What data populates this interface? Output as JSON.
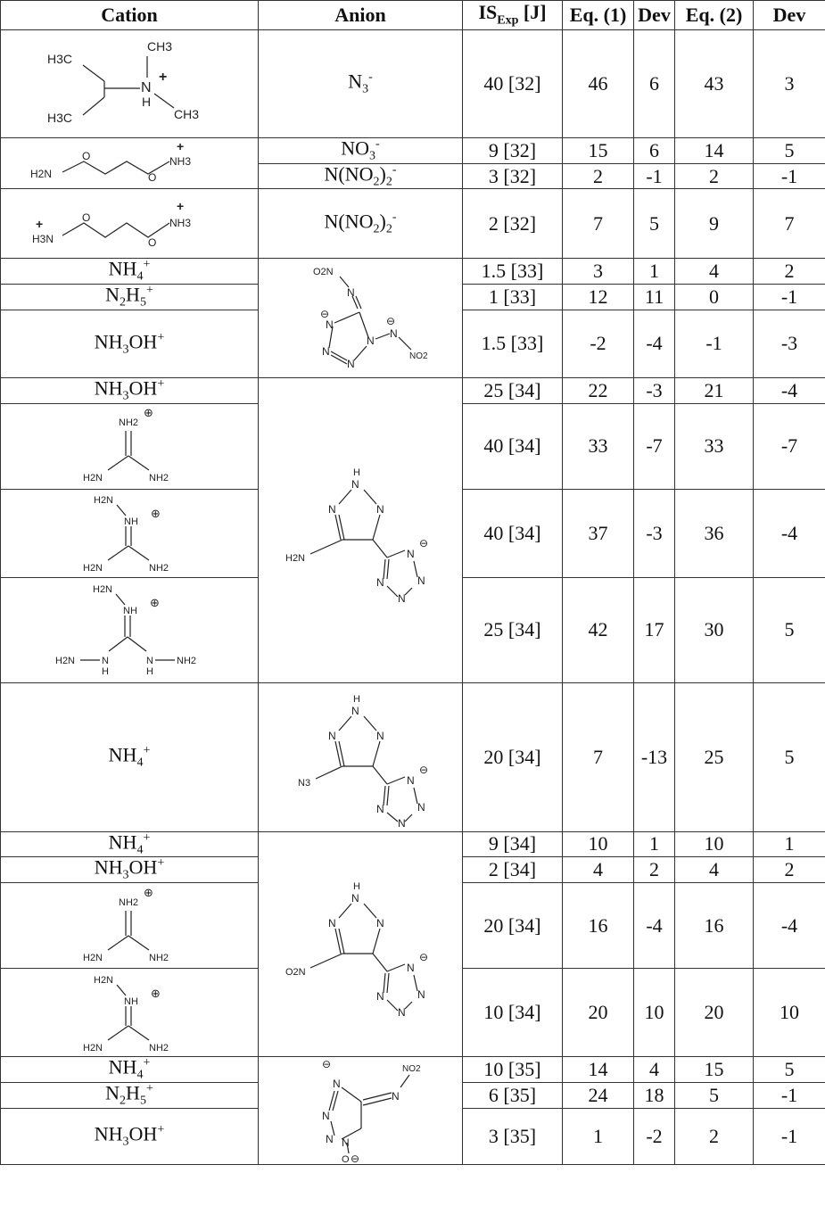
{
  "headers": {
    "cation": "Cation",
    "anion": "Anion",
    "is_main": "IS",
    "is_sub": "Exp",
    "is_unit": " [J]",
    "eq1": "Eq. (1)",
    "dev1": "Dev",
    "eq2": "Eq. (2)",
    "dev2": "Dev"
  },
  "ions": {
    "azide": "N",
    "nitrate": "NO",
    "dinitramide": "N(NO",
    "ammonium": "NH",
    "hydrazinium": "N",
    "hydroxylammonium": "NH",
    "hydroxylammonium_tail": "OH"
  },
  "rows": [
    {
      "is": "40 [32]",
      "eq1": "46",
      "dev1": "6",
      "eq2": "43",
      "dev2": "3"
    },
    {
      "is": "9 [32]",
      "eq1": "15",
      "dev1": "6",
      "eq2": "14",
      "dev2": "5"
    },
    {
      "is": "3 [32]",
      "eq1": "2",
      "dev1": "-1",
      "eq2": "2",
      "dev2": "-1"
    },
    {
      "is": "2 [32]",
      "eq1": "7",
      "dev1": "5",
      "eq2": "9",
      "dev2": "7"
    },
    {
      "is": "1.5 [33]",
      "eq1": "3",
      "dev1": "1",
      "eq2": "4",
      "dev2": "2"
    },
    {
      "is": "1 [33]",
      "eq1": "12",
      "dev1": "11",
      "eq2": "0",
      "dev2": "-1"
    },
    {
      "is": "1.5 [33]",
      "eq1": "-2",
      "dev1": "-4",
      "eq2": "-1",
      "dev2": "-3"
    },
    {
      "is": "25 [34]",
      "eq1": "22",
      "dev1": "-3",
      "eq2": "21",
      "dev2": "-4"
    },
    {
      "is": "40 [34]",
      "eq1": "33",
      "dev1": "-7",
      "eq2": "33",
      "dev2": "-7"
    },
    {
      "is": "40 [34]",
      "eq1": "37",
      "dev1": "-3",
      "eq2": "36",
      "dev2": "-4"
    },
    {
      "is": "25 [34]",
      "eq1": "42",
      "dev1": "17",
      "eq2": "30",
      "dev2": "5"
    },
    {
      "is": "20 [34]",
      "eq1": "7",
      "dev1": "-13",
      "eq2": "25",
      "dev2": "5"
    },
    {
      "is": "9 [34]",
      "eq1": "10",
      "dev1": "1",
      "eq2": "10",
      "dev2": "1"
    },
    {
      "is": "2 [34]",
      "eq1": "4",
      "dev1": "2",
      "eq2": "4",
      "dev2": "2"
    },
    {
      "is": "20 [34]",
      "eq1": "16",
      "dev1": "-4",
      "eq2": "16",
      "dev2": "-4"
    },
    {
      "is": "10 [34]",
      "eq1": "20",
      "dev1": "10",
      "eq2": "20",
      "dev2": "10"
    },
    {
      "is": "10 [35]",
      "eq1": "14",
      "dev1": "4",
      "eq2": "15",
      "dev2": "5"
    },
    {
      "is": "6 [35]",
      "eq1": "24",
      "dev1": "18",
      "eq2": "5",
      "dev2": "-1"
    },
    {
      "is": "3 [35]",
      "eq1": "1",
      "dev1": "-2",
      "eq2": "2",
      "dev2": "-1"
    }
  ],
  "atoms": {
    "h3c": "H3C",
    "ch3": "CH3",
    "n": "N",
    "h": "H",
    "o": "O",
    "h2n": "H2N",
    "nh2": "NH2",
    "nh3": "NH3",
    "h3n": "H3N",
    "nh": "NH",
    "o2n": "O2N",
    "no2": "NO2",
    "n3": "N3",
    "plus": "+",
    "oplus": "⊕",
    "ominus": "⊖"
  }
}
